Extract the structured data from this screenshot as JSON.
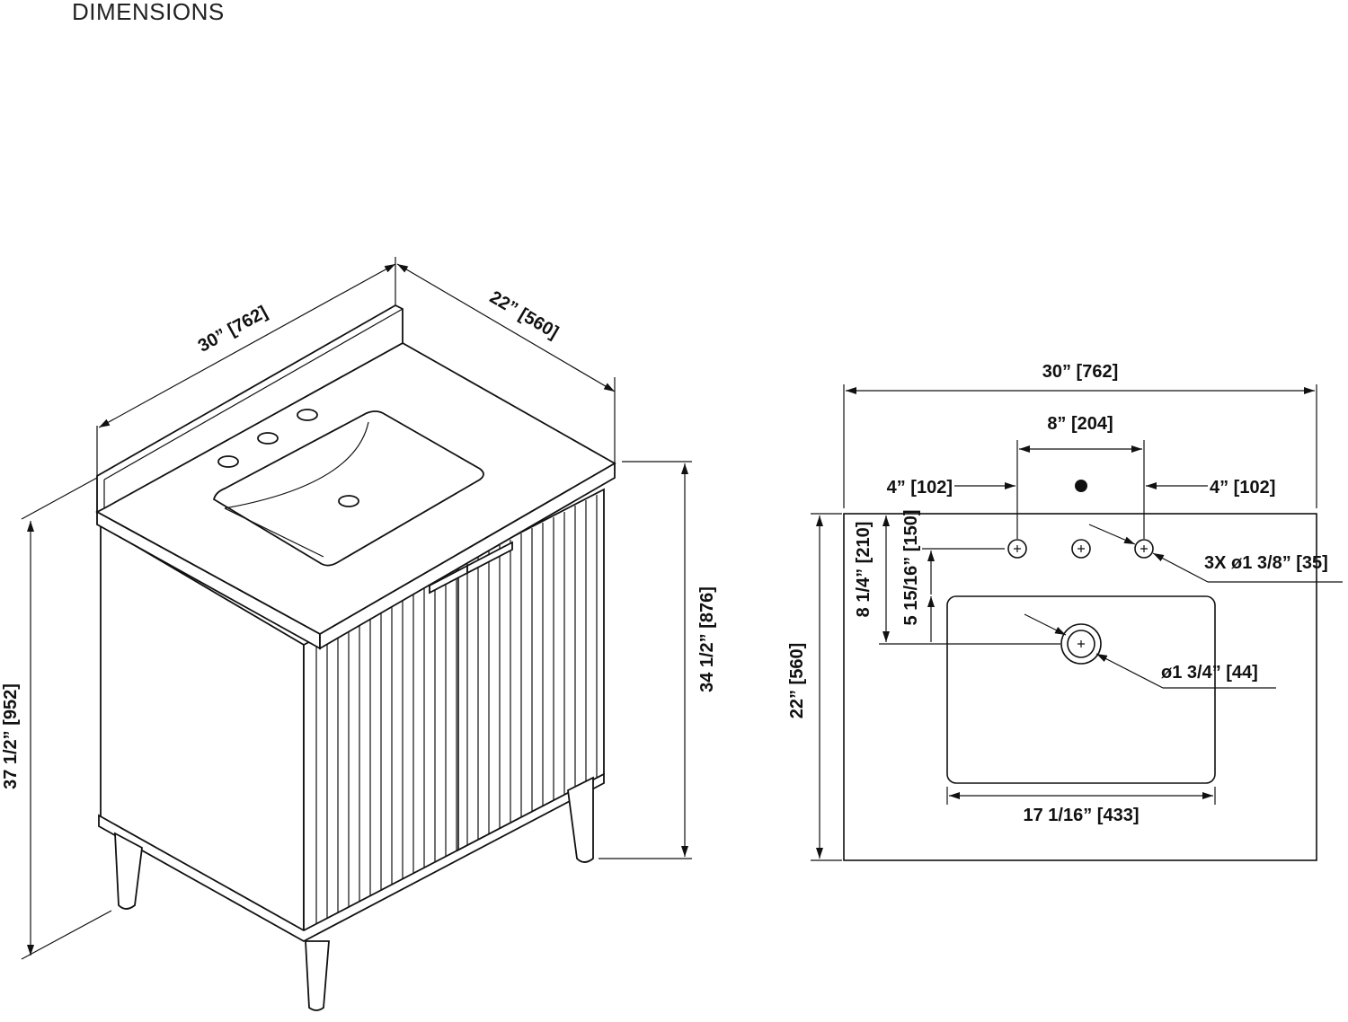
{
  "page_title": "DIMENSIONS",
  "isometric_view": {
    "width_label": "30” [762]",
    "depth_label": "22” [560]",
    "counter_height_label": "34 1/2” [876]",
    "total_height_label": "37 1/2” [952]"
  },
  "top_view": {
    "overall_width_label": "30” [762]",
    "faucet_spread_label": "8” [204]",
    "left_offset_label": "4” [102]",
    "right_offset_label": "4” [102]",
    "faucet_holes_label": "3X ø1 3/8” [35]",
    "drain_label": "ø1 3/4” [44]",
    "basin_width_label": "17 1/16” [433]",
    "overall_depth_label": "22” [560]",
    "drain_depth_label": "8 1/4” [210]",
    "basin_offset_label": "5 15/16” [150]"
  },
  "colors": {
    "line": "#111111",
    "background": "#ffffff"
  }
}
